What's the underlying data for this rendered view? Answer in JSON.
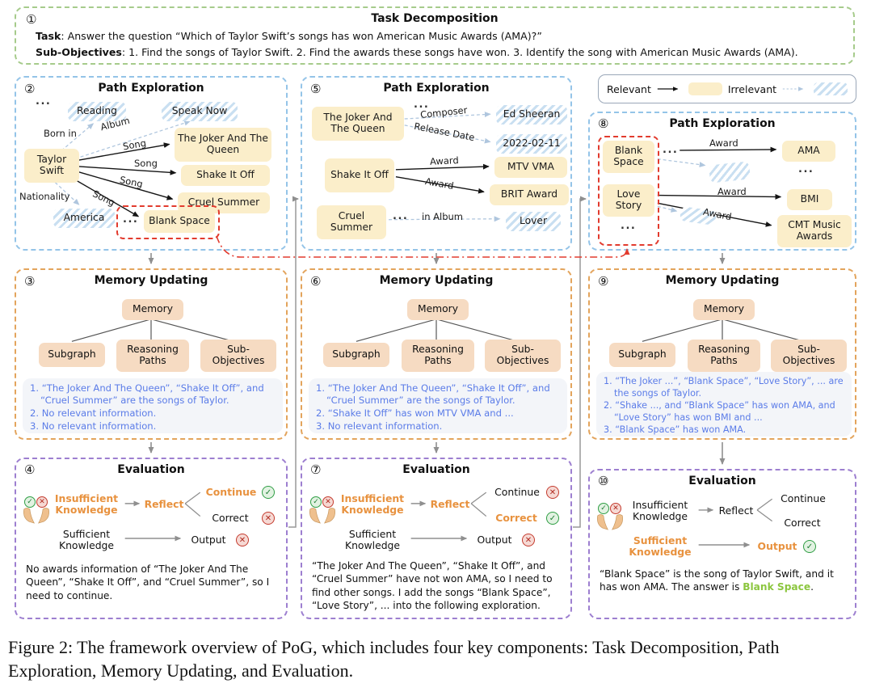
{
  "dots": "...",
  "icons": {
    "check": "✓",
    "cross": "✕",
    "hands": "open-hands"
  },
  "colors": {
    "relevant_node": "#FBEECA",
    "irrelevant_hatch": "#C9DFF1",
    "memory_node": "#F6DBC2",
    "memory_text_blue": "#5B7CE8",
    "accent_orange": "#E8923F",
    "answer_green": "#8CC63F",
    "border_task_green": "#A6CB8B",
    "border_path_blue": "#94C4E8",
    "border_memory_orange": "#E3A45C",
    "border_eval_purple": "#9D7FD0",
    "highlight_red": "#E23B2E"
  },
  "task": {
    "number": "①",
    "title": "Task Decomposition",
    "task_label": "Task",
    "task_value": ": Answer the question “Which of Taylor Swift’s songs has won American Music Awards (AMA)?”",
    "sub_label": "Sub-Objectives",
    "sub_value": ": 1. Find the songs of Taylor Swift. 2. Find the awards these songs have won. 3. Identify the song with American Music Awards (AMA)."
  },
  "legend": {
    "relevant": "Relevant",
    "irrelevant": "Irrelevant"
  },
  "path1": {
    "number": "②",
    "title": "Path Exploration",
    "nodes": {
      "taylor": "Taylor Swift",
      "reading": "Reading",
      "speak_now": "Speak Now",
      "joker": "The Joker And The Queen",
      "shake": "Shake It Off",
      "cruel": "Cruel Summer",
      "america": "America",
      "blank": "Blank Space"
    },
    "edges": {
      "born_in": "Born in",
      "album": "Album",
      "song": "Song",
      "nationality": "Nationality"
    }
  },
  "path2": {
    "number": "⑤",
    "title": "Path Exploration",
    "nodes": {
      "joker": "The Joker And The Queen",
      "ed": "Ed Sheeran",
      "date": "2022-02-11",
      "shake": "Shake It Off",
      "mtv": "MTV VMA",
      "brit": "BRIT Award",
      "cruel": "Cruel Summer",
      "lover": "Lover"
    },
    "edges": {
      "composer": "Composer",
      "release_date": "Release Date",
      "award": "Award",
      "in_album": "in Album"
    }
  },
  "path3": {
    "number": "⑧",
    "title": "Path Exploration",
    "nodes": {
      "blank": "Blank Space",
      "love": "Love Story",
      "ama": "AMA",
      "bmi": "BMI",
      "cmt": "CMT Music Awards"
    },
    "edges": {
      "award": "Award"
    }
  },
  "memory_common": {
    "title": "Memory Updating",
    "root": "Memory",
    "child1": "Subgraph",
    "child2": "Reasoning Paths",
    "child3": "Sub-Objectives"
  },
  "memory1": {
    "number": "③",
    "lines": [
      "1. “The Joker And The Queen”, “Shake It Off”, and “Cruel Summer” are the songs of Taylor.",
      "2. No relevant information.",
      "3. No relevant information."
    ]
  },
  "memory2": {
    "number": "⑥",
    "lines": [
      "1. “The Joker And The Queen”, “Shake It Off”, and “Cruel Summer” are the songs of Taylor.",
      "2. “Shake It Off” has won MTV VMA and ...",
      "3. No relevant information."
    ]
  },
  "memory3": {
    "number": "⑨",
    "lines": [
      "1. “The Joker ...”, “Blank Space”, “Love Story”, ... are the songs of Taylor.",
      "2. “Shake ..., and “Blank Space” has won AMA, and “Love Story” has won BMI and ...",
      "3. “Blank Space” has won AMA."
    ]
  },
  "eval_common": {
    "title": "Evaluation",
    "insufficient": "Insufficient Knowledge",
    "sufficient": "Sufficient Knowledge",
    "reflect": "Reflect",
    "continue": "Continue",
    "correct": "Correct",
    "output": "Output"
  },
  "eval1": {
    "number": "④",
    "text": "No awards information of “The Joker And The Queen”, “Shake It Off”, and “Cruel Summer”, so I need to continue."
  },
  "eval2": {
    "number": "⑦",
    "text": "“The Joker And The Queen”, “Shake It Off”, and “Cruel Summer” have not won AMA, so I need to find other songs. I add the songs “Blank Space”, “Love Story”, ... into the following exploration."
  },
  "eval3": {
    "number": "⑩",
    "text_prefix": "“Blank Space” is the song of Taylor Swift, and it has won AMA. The answer is ",
    "answer": "Blank Space",
    "text_suffix": "."
  },
  "caption": {
    "text": "Figure 2: The framework overview of PoG, which includes four key components: Task Decomposition, Path Exploration, Memory Updating, and Evaluation."
  }
}
